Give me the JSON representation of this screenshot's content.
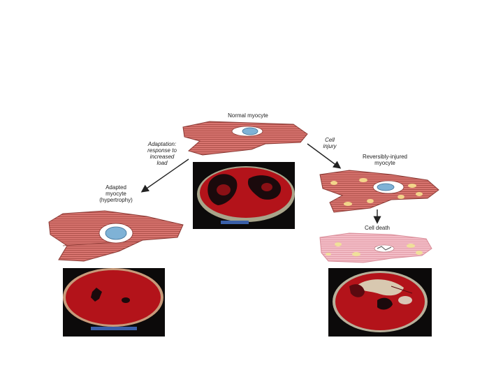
{
  "labels": {
    "normal": "Normal myocyte",
    "adaptation": [
      "Adaptation:",
      "response to",
      "increased",
      "load"
    ],
    "cell_injury": [
      "Cell",
      "injury"
    ],
    "reversibly_injured": [
      "Reversibly-injured",
      "myocyte"
    ],
    "adapted": [
      "Adapted",
      "myocyte",
      "(hypertrophy)"
    ],
    "cell_death": "Cell death"
  },
  "colors": {
    "muscle": "#d8746f",
    "muscle_stroke": "#8a3a35",
    "nucleus": "#7fb2d6",
    "heart_tissue": "#b3131a",
    "heart_dark": "#5a0a10",
    "fat": "#e8c27a",
    "necrotic": "#f2b7c2",
    "vacuole": "#f3d58a"
  }
}
